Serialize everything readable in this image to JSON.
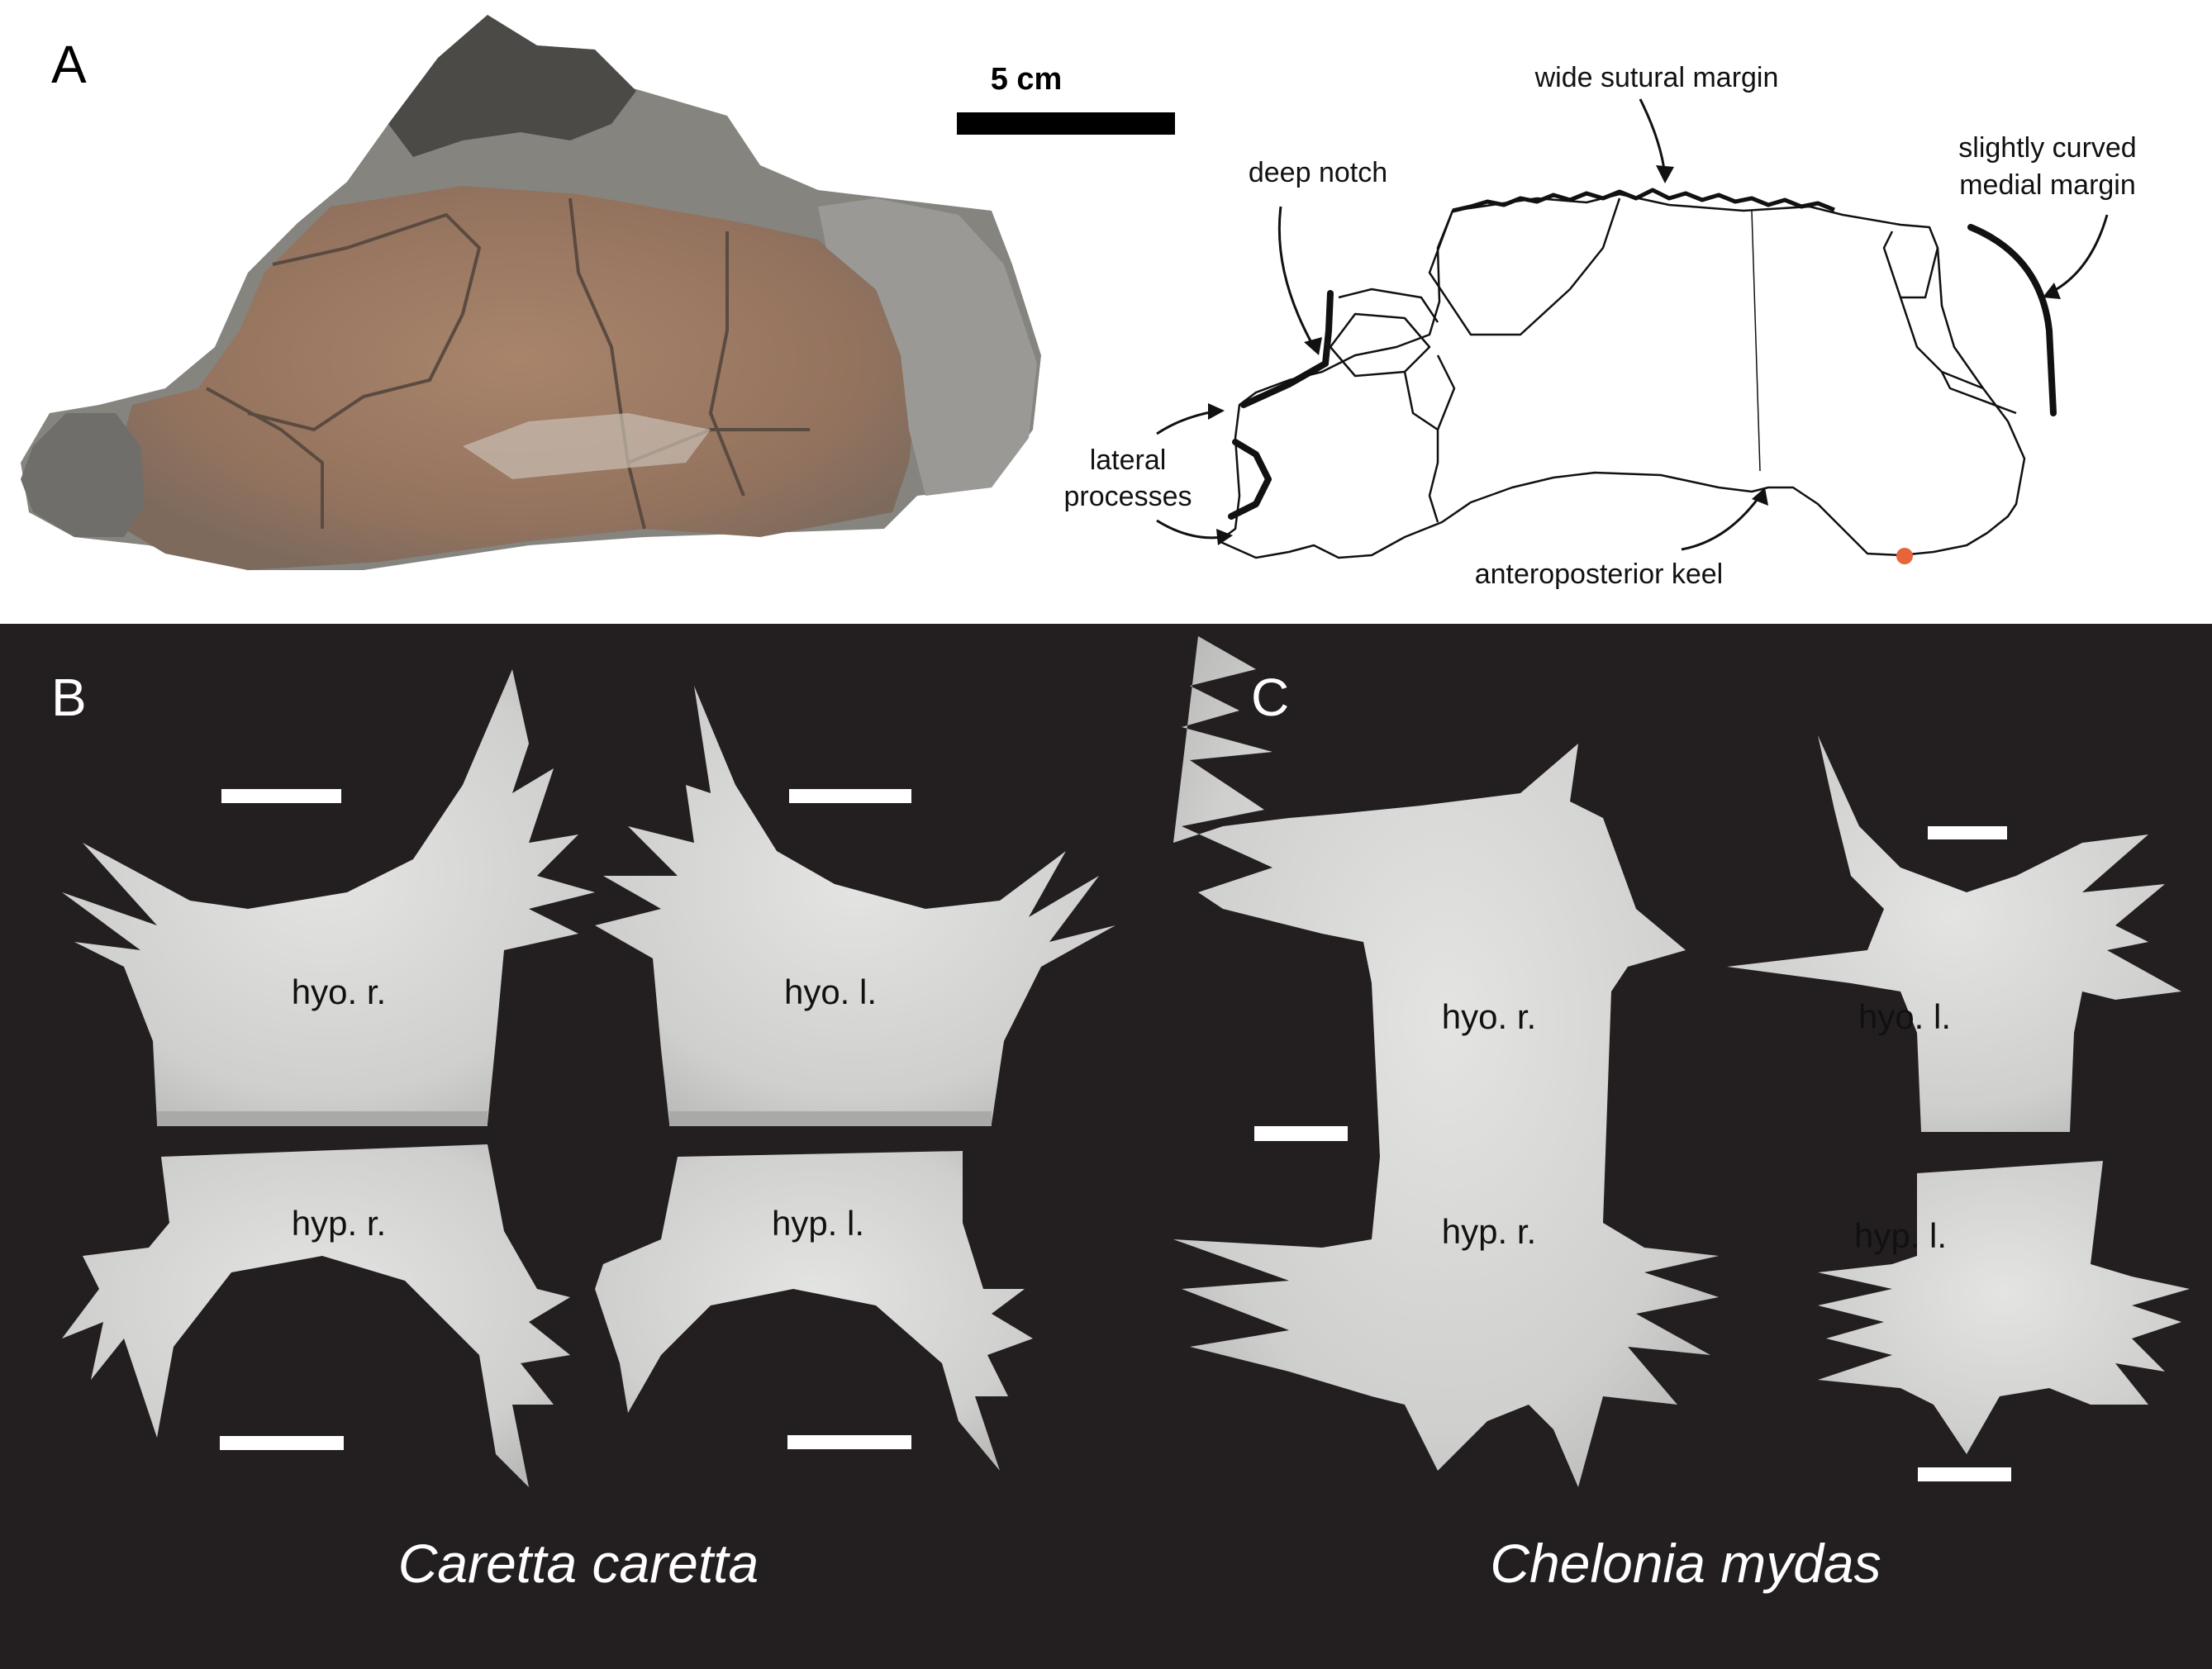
{
  "panels": {
    "a": {
      "letter": "A"
    },
    "b": {
      "letter": "B"
    },
    "c": {
      "letter": "C"
    }
  },
  "scale_bar": {
    "label": "5 cm"
  },
  "annotations": {
    "wide_sutural_margin": "wide sutural margin",
    "deep_notch": "deep notch",
    "slightly_curved_line1": "slightly curved",
    "slightly_curved_line2": "medial  margin",
    "lateral_processes_line1": "lateral",
    "lateral_processes_line2": "processes",
    "anteroposterior_keel": "anteroposterior keel"
  },
  "bones": {
    "b_hyo_r": "hyo. r.",
    "b_hyo_l": "hyo. l.",
    "b_hyp_r": "hyp. r.",
    "b_hyp_l": "hyp. l.",
    "c_hyo_r": "hyo. r.",
    "c_hyo_l": "hyo. l.",
    "c_hyp_r": "hyp. r.",
    "c_hyp_l": "hyp. l."
  },
  "species": {
    "b": "Caretta caretta",
    "c": "Chelonia mydas"
  },
  "colors": {
    "fossil": "#9c7a63",
    "matrix": "#8a8a86",
    "bone": "#d8d8d6",
    "dark_bg": "#231f20",
    "marker": "#e8643a"
  }
}
